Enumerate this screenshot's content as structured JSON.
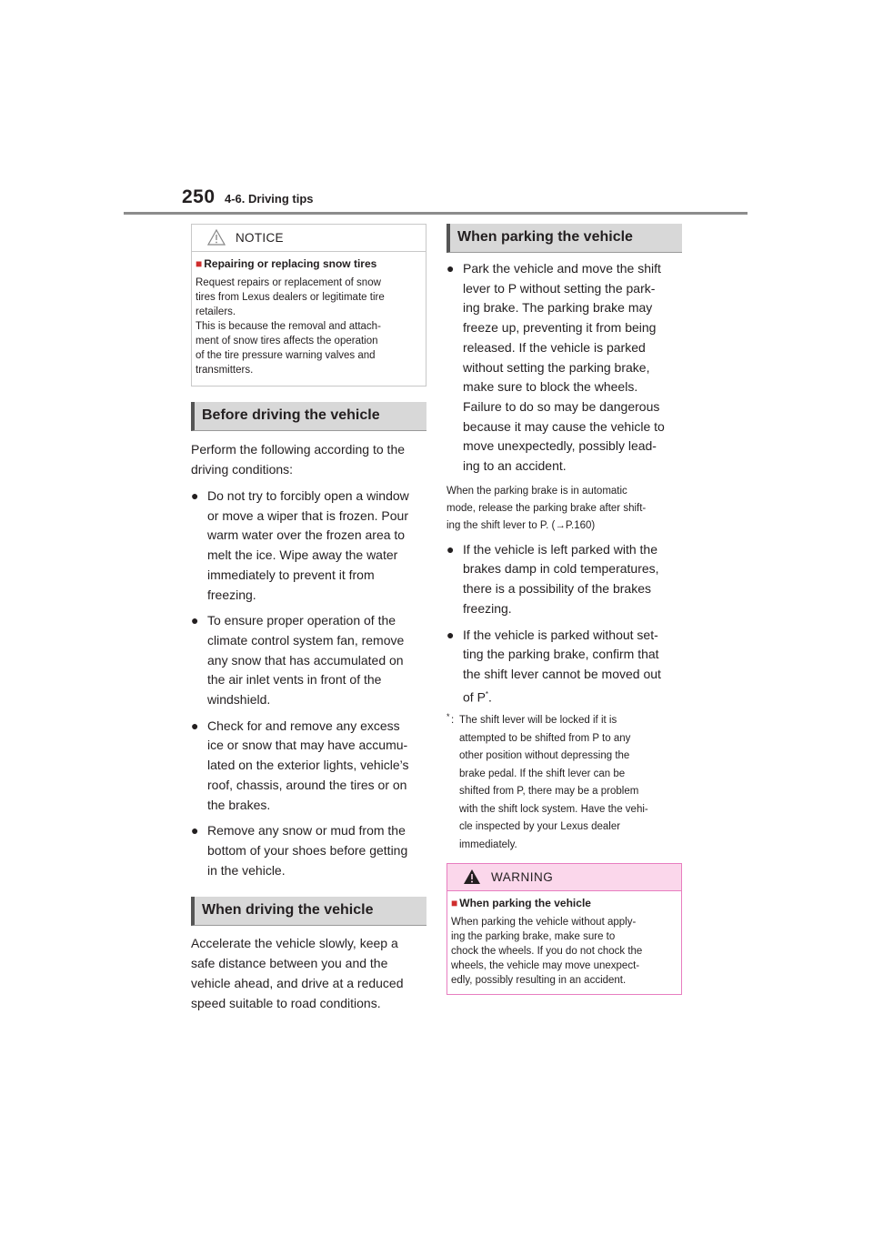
{
  "header": {
    "page_number": "250",
    "section": "4-6. Driving tips"
  },
  "notice": {
    "title": "NOTICE",
    "subheading": "Repairing or replacing snow tires",
    "lines": [
      "Request repairs or replacement of snow",
      "tires from Lexus dealers or legitimate tire",
      "retailers.",
      "This is because the removal and attach-",
      "ment of snow tires affects the operation",
      "of the tire pressure warning valves and",
      "transmitters."
    ]
  },
  "before_driving": {
    "heading": "Before driving the vehicle",
    "intro": [
      "Perform the following according to the",
      "driving conditions:"
    ],
    "bullets": [
      [
        "Do not try to forcibly open a window",
        "or move a wiper that is frozen. Pour",
        "warm water over the frozen area to",
        "melt the ice. Wipe away the water",
        "immediately to prevent it from",
        "freezing."
      ],
      [
        "To ensure proper operation of the",
        "climate control system fan, remove",
        "any snow that has accumulated on",
        "the air inlet vents in front of the",
        "windshield."
      ],
      [
        "Check for and remove any excess",
        "ice or snow that may have accumu-",
        "lated on the exterior lights, vehicle’s",
        "roof, chassis, around the tires or on",
        "the brakes."
      ],
      [
        "Remove any snow or mud from the",
        "bottom of your shoes before getting",
        "in the vehicle."
      ]
    ]
  },
  "when_driving": {
    "heading": "When driving the vehicle",
    "lines": [
      "Accelerate the vehicle slowly, keep a",
      "safe distance between you and the",
      "vehicle ahead, and drive at a reduced",
      "speed suitable to road conditions."
    ]
  },
  "when_parking": {
    "heading": "When parking the vehicle",
    "bullet1": [
      "Park the vehicle and move the shift",
      "lever to P without setting the park-",
      "ing brake. The parking brake may",
      "freeze up, preventing it from being",
      "released. If the vehicle is parked",
      "without setting the parking brake,",
      "make sure to block the wheels.",
      "Failure to do so may be dangerous",
      "because it may cause the vehicle to",
      "move unexpectedly, possibly lead-",
      "ing to an accident."
    ],
    "note": [
      "When the parking brake is in automatic",
      "mode, release the parking brake after shift-",
      "ing the shift lever to P. (→P.160)"
    ],
    "bullet2": [
      "If the vehicle is left parked with the",
      "brakes damp in cold temperatures,",
      "there is a possibility of the brakes",
      "freezing."
    ],
    "bullet3": [
      "If the vehicle is parked without set-",
      "ting the parking brake, confirm that",
      "the shift lever cannot be moved out"
    ],
    "bullet3_last": "of P",
    "footnote_marker": "*",
    "footnote": [
      "The shift lever will be locked if it is",
      "attempted to be shifted from P to any",
      "other position without depressing the",
      "brake pedal. If the shift lever can be",
      "shifted from P, there may be a problem",
      "with the shift lock system. Have the vehi-",
      "cle inspected by your Lexus dealer",
      "immediately."
    ]
  },
  "warning": {
    "title": "WARNING",
    "subheading": "When parking the vehicle",
    "lines": [
      "When parking the vehicle without apply-",
      "ing the parking brake, make sure to",
      "chock the wheels. If you do not chock the",
      "wheels, the vehicle may move unexpect-",
      "edly, possibly resulting in an accident."
    ]
  },
  "colors": {
    "warning_bg": "#fbd7eb",
    "warning_border": "#e87ec0",
    "square_bullet": "#cf2d2d"
  }
}
